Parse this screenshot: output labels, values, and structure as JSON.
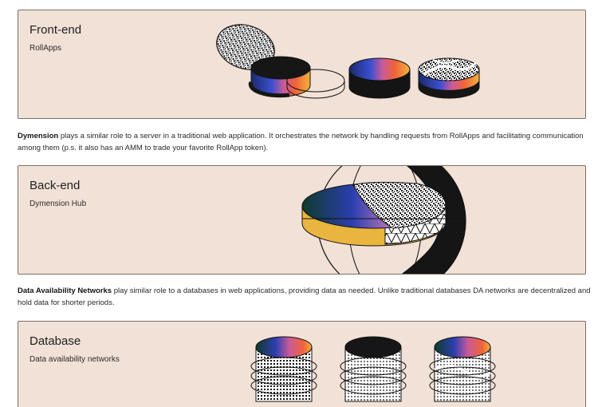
{
  "sections": [
    {
      "title": "Front-end",
      "subtitle": "RollApps"
    },
    {
      "title": "Back-end",
      "subtitle": "Dymension Hub"
    },
    {
      "title": "Database",
      "subtitle": "Data availability networks"
    }
  ],
  "paragraphs": [
    {
      "bold": "Dymension",
      "text": " plays a similar role to a server in a traditional web application. It orchestrates the network by handling requests from RollApps and facilitating communication among them (p.s. it also has an AMM to trade your favorite RollApp token)."
    },
    {
      "bold": "Data Availability Networks",
      "text": " play similar role to a databases in web applications, providing data as needed. Unlike traditional databases DA networks are decentralized and hold data for shorter periods."
    }
  ],
  "colors": {
    "card_bg": "#f1e1d6",
    "card_border": "#7d6e66",
    "ink": "#141414",
    "accent_yellow": "#e9b53f"
  }
}
